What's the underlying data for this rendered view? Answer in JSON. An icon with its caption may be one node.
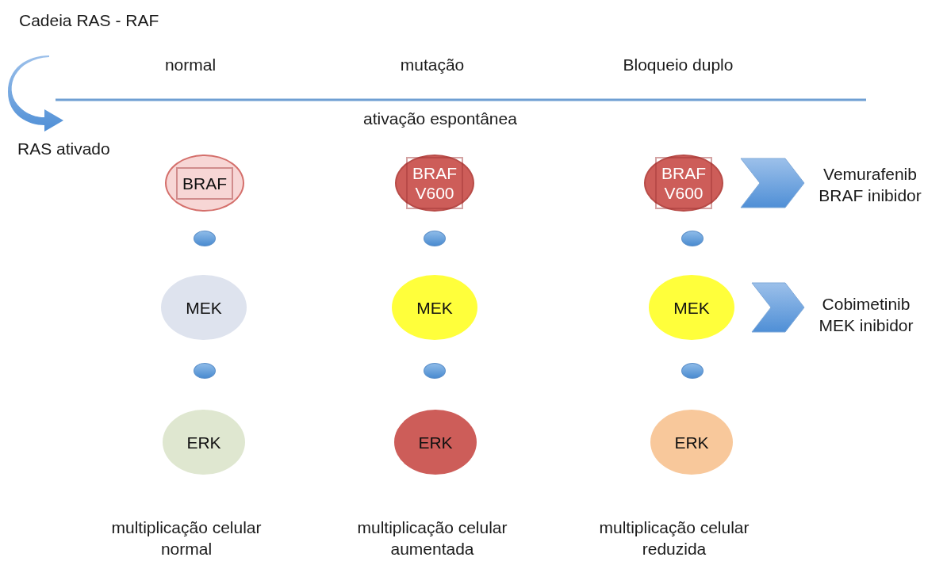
{
  "diagram": {
    "title": "Cadeia RAS - RAF",
    "nodes": [
      {
        "text": [
          "BRAF"
        ]
      },
      {
        "text": [
          "BRAF V600"
        ]
      },
      {
        "text": [
          "BRAF V600"
        ]
      },
      {
        "text": [
          "Vemurafenib BRAF inibidor"
        ]
      },
      {
        "text": [],
        "shape": "circle"
      },
      {
        "text": [],
        "shape": "circle"
      },
      {
        "text": [],
        "shape": "circle"
      },
      {
        "text": [
          "MEK"
        ]
      },
      {
        "text": [
          "MEK"
        ]
      },
      {
        "text": [
          "MEK"
        ]
      },
      {
        "text": [
          "Cobimetinib MEK inibidor"
        ]
      },
      {
        "text": [],
        "shape": "circle"
      },
      {
        "text": [],
        "shape": "circle"
      },
      {
        "text": [],
        "shape": "circle"
      },
      {
        "text": [
          "ERK"
        ]
      },
      {
        "text": [
          "ERK"
        ]
      },
      {
        "text": [
          "ERK"
        ]
      }
    ],
    "edges": [
      {
        "from": 2,
        "to": 3,
        "arrow": "to"
      },
      {
        "from": 9,
        "to": 10,
        "arrow": "to"
      }
    ],
    "labels": [
      "normal",
      "mutação",
      "Bloqueio duplo",
      "ativação espontânea",
      "RAS ativado",
      "multiplicação celular normal",
      "multiplicação celular aumentada",
      "multiplicação celular reduzida"
    ]
  }
}
